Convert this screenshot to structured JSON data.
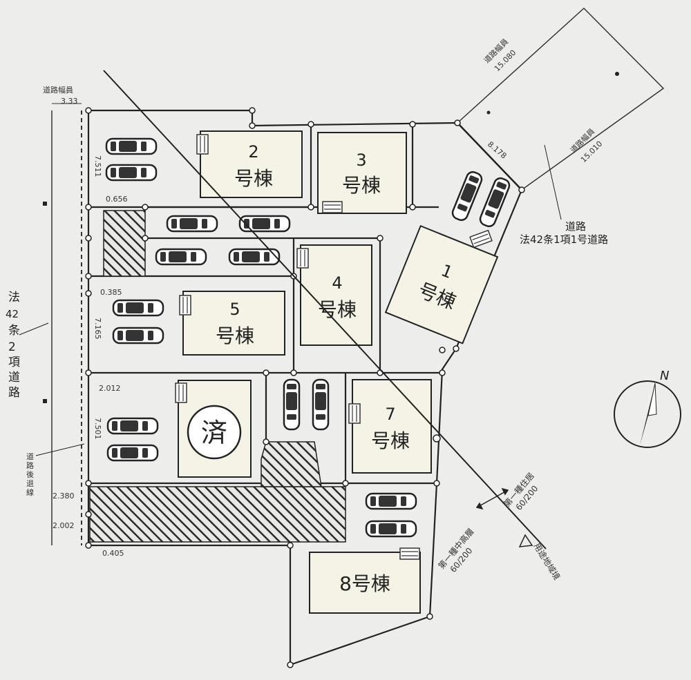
{
  "road_west": {
    "label": "道路幅員",
    "width": "3.33",
    "designation_lines": [
      "法",
      "42",
      "条",
      "2",
      "項",
      "道",
      "路"
    ]
  },
  "road_ne": {
    "label_top": "道路幅員",
    "width_top": "15.080",
    "label_mid": "道路幅員",
    "width_mid": "15.010",
    "frontage": "8.178",
    "designation_1": "道路",
    "designation_2": "法42条1項1号道路"
  },
  "setback_note": [
    "道",
    "路",
    "後",
    "退",
    "線"
  ],
  "dimensions": {
    "d_7511": "7.511",
    "d_0656": "0.656",
    "d_0385": "0.385",
    "d_2012": "2.012",
    "d_7165": "7.165",
    "d_7501": "7.501",
    "d_2380": "2.380",
    "d_2002": "2.002",
    "d_0405": "0.405"
  },
  "lots": {
    "lot1": {
      "num": "1",
      "suffix": "号棟"
    },
    "lot2": {
      "num": "2",
      "suffix": "号棟"
    },
    "lot3": {
      "num": "3",
      "suffix": "号棟"
    },
    "lot4": {
      "num": "4",
      "suffix": "号棟"
    },
    "lot5": {
      "num": "5",
      "suffix": "号棟"
    },
    "lot7": {
      "num": "7",
      "suffix": "号棟"
    },
    "lot8": {
      "label": "8号棟"
    },
    "sold": {
      "label": "済"
    }
  },
  "zoning": {
    "zone_right": "第一種住居",
    "zone_right_ratio": "60/200",
    "zone_left": "第一種中高層",
    "zone_left_ratio": "60/200",
    "boundary_note": "用途地域境"
  },
  "compass": {
    "label": "N"
  }
}
